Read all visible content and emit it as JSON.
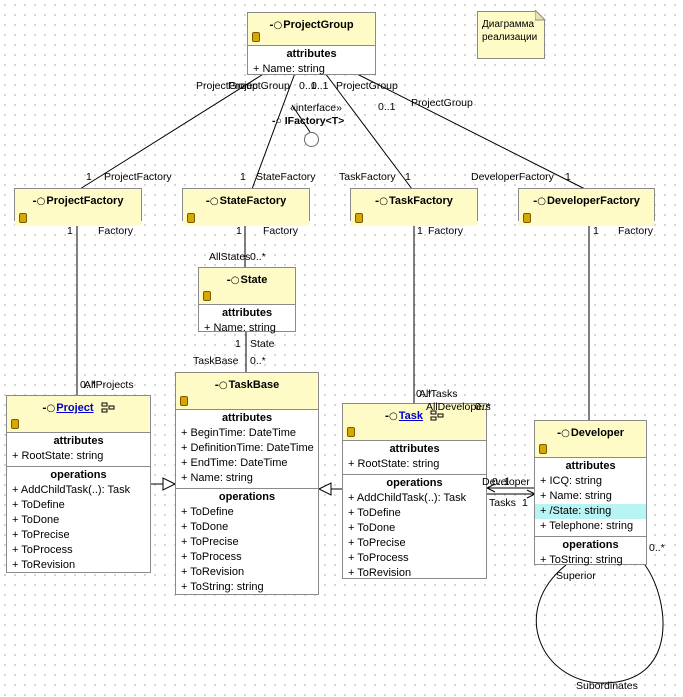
{
  "note": {
    "line1": "Диаграмма",
    "line2": "реализации"
  },
  "interface": {
    "stereotype": "«interface»",
    "name": "IFactory<T>"
  },
  "section_attributes": "attributes",
  "section_operations": "operations",
  "classes": {
    "project_group": {
      "name": "ProjectGroup",
      "attributes": [
        "+ Name: string"
      ]
    },
    "project_factory": {
      "name": "ProjectFactory"
    },
    "state_factory": {
      "name": "StateFactory"
    },
    "task_factory": {
      "name": "TaskFactory"
    },
    "developer_factory": {
      "name": "DeveloperFactory"
    },
    "state": {
      "name": "State",
      "attributes": [
        "+ Name: string"
      ]
    },
    "project": {
      "name": "Project",
      "attributes": [
        "+ RootState: string"
      ],
      "operations": [
        "+ AddChildTask(..): Task",
        "+ ToDefine",
        "+ ToDone",
        "+ ToPrecise",
        "+ ToProcess",
        "+ ToRevision"
      ]
    },
    "task_base": {
      "name": "TaskBase",
      "attributes": [
        "+ BeginTime: DateTime",
        "+ DefinitionTime: DateTime",
        "+ EndTime: DateTime",
        "+ Name: string"
      ],
      "operations": [
        "+ ToDefine",
        "+ ToDone",
        "+ ToPrecise",
        "+ ToProcess",
        "+ ToRevision",
        "+ ToString: string"
      ]
    },
    "task": {
      "name": "Task",
      "attributes": [
        "+ RootState: string"
      ],
      "operations": [
        "+ AddChildTask(..): Task",
        "+ ToDefine",
        "+ ToDone",
        "+ ToPrecise",
        "+ ToProcess",
        "+ ToRevision"
      ]
    },
    "developer": {
      "name": "Developer",
      "attributes": [
        "+ ICQ: string",
        "+ Name: string",
        "+ /State: string",
        "+ Telephone: string"
      ],
      "operations": [
        "+ ToString: string"
      ]
    }
  },
  "labels": {
    "pg_left": "ProjectGroup",
    "pg_left2": "ProjectGroup",
    "pg_mult": "0..1",
    "pg_mult2": "0..1",
    "pg_right": "ProjectGroup",
    "pg_right_mult": "0..1",
    "pg_far": "ProjectGroup",
    "pf_one": "1",
    "pf_role": "ProjectFactory",
    "sf_one": "1",
    "sf_role": "StateFactory",
    "tf_role": "TaskFactory",
    "tf_one": "1",
    "df_role": "DeveloperFactory",
    "df_one": "1",
    "pf_fac_one": "1",
    "pf_fac": "Factory",
    "sf_fac_one": "1",
    "sf_fac": "Factory",
    "tf_fac_one": "1",
    "tf_fac": "Factory",
    "df_fac_one": "1",
    "df_fac": "Factory",
    "all_states": "AllStates",
    "all_states_mult": "0..*",
    "state_one": "1",
    "state_role": "State",
    "taskbase_role": "TaskBase",
    "taskbase_mult": "0..*",
    "all_projects": "AllProjects",
    "all_projects_mult": "0..*",
    "all_tasks": "AllTasks",
    "all_tasks_mult": "0..*",
    "all_developers": "AllDevelopers",
    "all_developers_mult": "0..*",
    "developer_role": "Developer",
    "dev_mult": "0..1",
    "tasks_role": "Tasks",
    "tasks_mult": "1",
    "superior": "Superior",
    "subordinates": "Subordinates",
    "sub_mult": "0..*"
  }
}
